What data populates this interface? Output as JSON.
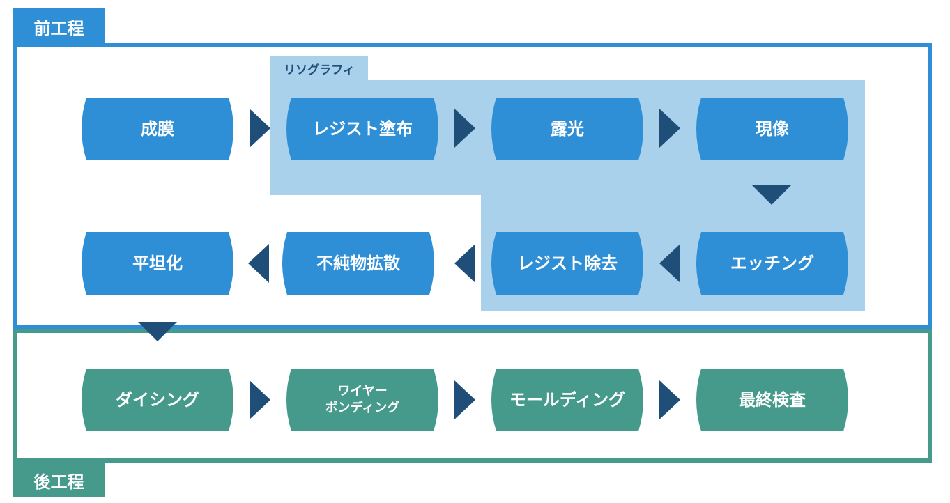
{
  "colors": {
    "front_blue": "#2e8fd6",
    "back_teal": "#459a8c",
    "arrow_navy": "#1f4e79",
    "litho_bg": "#a9d1ec"
  },
  "front_process": {
    "title": "前工程",
    "lithography_label": "リソグラフィ",
    "steps": [
      "成膜",
      "レジスト塗布",
      "露光",
      "現像",
      "エッチング",
      "レジスト除去",
      "不純物拡散",
      "平坦化"
    ]
  },
  "back_process": {
    "title": "後工程",
    "steps": [
      "ダイシング",
      "ワイヤー\nボンディング",
      "モールディング",
      "最終検査"
    ]
  }
}
